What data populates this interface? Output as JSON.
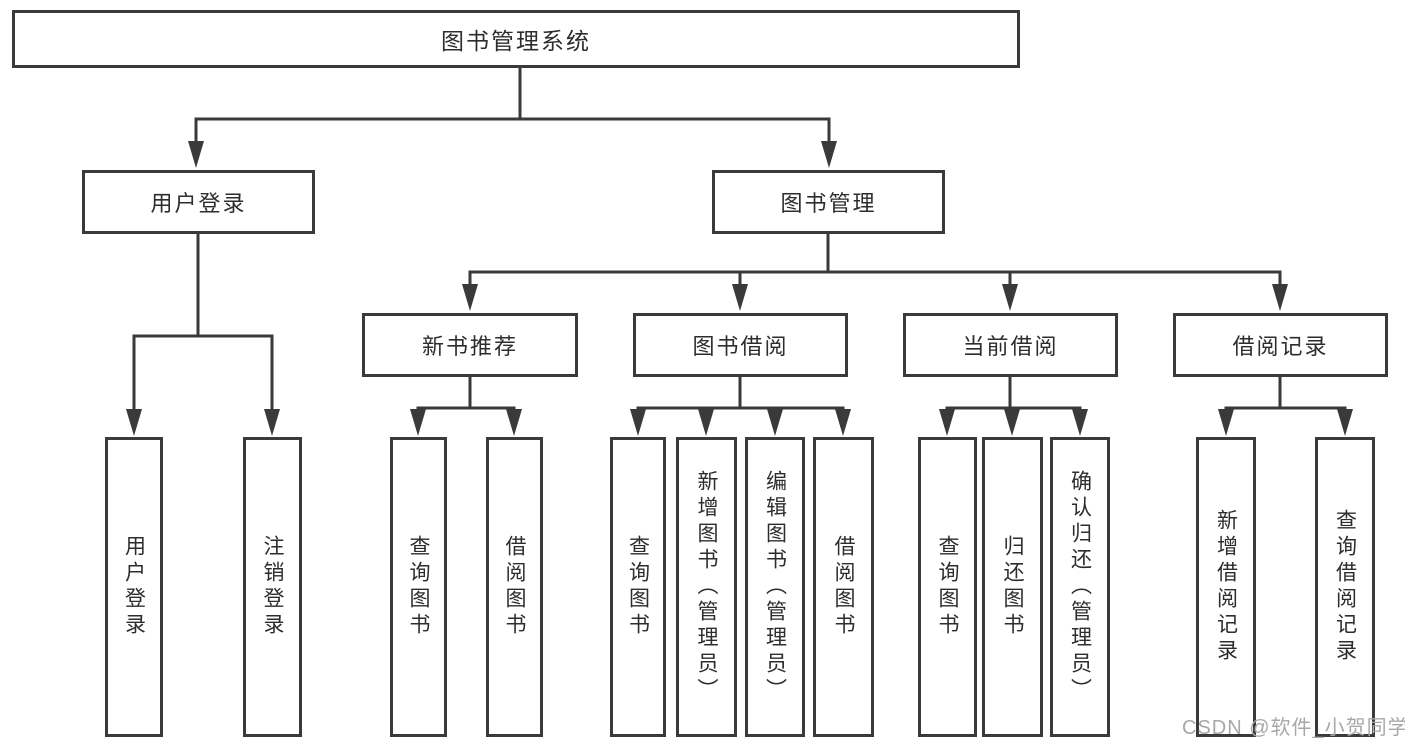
{
  "diagram": {
    "root": {
      "label": "图书管理系统"
    },
    "level2": {
      "user_login": {
        "label": "用户登录"
      },
      "book_mgmt": {
        "label": "图书管理"
      }
    },
    "level3": {
      "new_books": {
        "label": "新书推荐"
      },
      "borrow": {
        "label": "图书借阅"
      },
      "current": {
        "label": "当前借阅"
      },
      "records": {
        "label": "借阅记录"
      }
    },
    "leaves": {
      "user_login": {
        "label": "用户登录"
      },
      "logout": {
        "label": "注销登录"
      },
      "nb_search": {
        "label": "查询图书"
      },
      "nb_borrow": {
        "label": "借阅图书"
      },
      "bb_search": {
        "label": "查询图书"
      },
      "bb_add": {
        "label": "新增图书（管理员）"
      },
      "bb_edit": {
        "label": "编辑图书（管理员）"
      },
      "bb_borrow": {
        "label": "借阅图书"
      },
      "cb_search": {
        "label": "查询图书"
      },
      "cb_return": {
        "label": "归还图书"
      },
      "cb_confirm": {
        "label": "确认归还（管理员）"
      },
      "rec_add": {
        "label": "新增借阅记录"
      },
      "rec_search": {
        "label": "查询借阅记录"
      }
    },
    "watermark": "CSDN @软件_小贺同学"
  },
  "colors": {
    "line": "#3a3a3a",
    "text": "#2d2d2d",
    "watermark": "#a8a8a8"
  }
}
